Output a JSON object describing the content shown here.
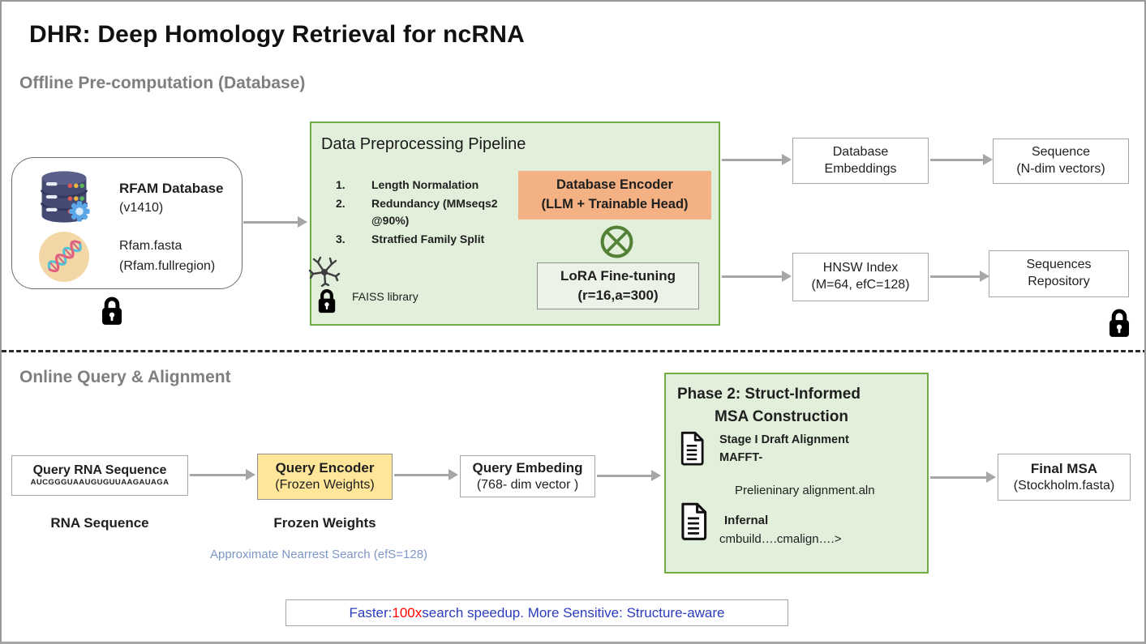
{
  "title": "DHR: Deep Homology Retrieval for ncRNA",
  "sections": {
    "offline_heading": "Offline Pre-computation (Database)",
    "online_heading": "Online Query & Alignment"
  },
  "rfam": {
    "name": "RFAM Database",
    "version": "(v1410)",
    "fasta": "Rfam.fasta",
    "fullregion": "(Rfam.fullregion)"
  },
  "pipeline": {
    "title": "Data Preprocessing Pipeline",
    "steps": [
      {
        "num": "1.",
        "text": "Length Normalation"
      },
      {
        "num": "2.",
        "text": "Redundancy (MMseqs2 @90%)"
      },
      {
        "num": "3.",
        "text": "Stratfied Family Split"
      }
    ],
    "faiss_label": "FAISS library",
    "encoder": {
      "line1": "Database Encoder",
      "line2": "(LLM + Trainable Head)"
    },
    "lora": {
      "line1": "LoRA Fine-tuning",
      "line2": "(r=16,a=300)"
    }
  },
  "offline_outputs": {
    "db_embeddings": {
      "line1": "Database",
      "line2": "Embeddings"
    },
    "sequence_vectors": {
      "line1": "Sequence",
      "line2": "(N-dim vectors)"
    },
    "hnsw_index": {
      "line1": "HNSW Index",
      "line2": "(M=64, efC=128)"
    },
    "sequences_repository": {
      "line1": "Sequences",
      "line2": "Repository"
    }
  },
  "query": {
    "box_title": "Query RNA Sequence",
    "sequence": "AUCGGGUAAUGUGUUAAGAUAGA",
    "caption": "RNA Sequence"
  },
  "query_encoder": {
    "line1": "Query Encoder",
    "line2": "(Frozen Weights)",
    "caption": "Frozen Weights"
  },
  "ann_note": "Approximate Nearrest Search (efS=128)",
  "query_embedding": {
    "line1": "Query Embeding",
    "line2": "(768- dim vector )"
  },
  "phase2": {
    "title_line1": "Phase 2: Struct-Informed",
    "title_line2": "MSA Construction",
    "stage1_line1": "Stage I Draft Alignment",
    "stage1_line2": "MAFFT-",
    "prelim": "Prelieninary alignment.aln",
    "infernal": "Infernal",
    "cmd": "cmbuild….cmalign….>"
  },
  "final_msa": {
    "line1": "Final MSA",
    "line2": "(Stockholm.fasta)"
  },
  "banner": {
    "prefix": "Faster: ",
    "speedup": "100x",
    "suffix": " search speedup. More Sensitive: Structure-aware"
  },
  "colors": {
    "green_bg": "#e2efda",
    "green_border": "#70ad47",
    "orange": "#f4b183",
    "yellow": "#ffe699",
    "note_blue": "#7d96c5",
    "banner_blue": "#2b3cbe",
    "banner_red": "#fe0000",
    "arrow_gray": "#a6a6a6",
    "heading_gray": "#7f7f7f",
    "otimes_green": "#538135"
  },
  "icons": [
    "database-icon",
    "dna-icon",
    "lock-icon",
    "neuron-icon",
    "tensor-product-icon",
    "document-icon"
  ]
}
